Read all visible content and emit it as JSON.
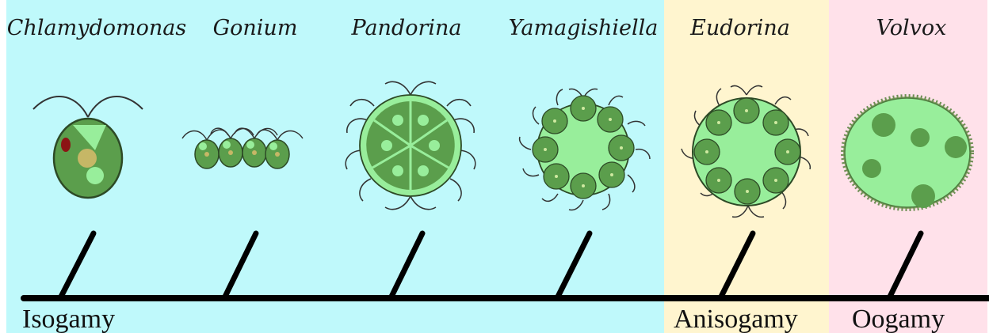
{
  "organisms": [
    {
      "name": "Chlamydomonas"
    },
    {
      "name": "Gonium"
    },
    {
      "name": "Pandorina"
    },
    {
      "name": "Yamagishiella"
    },
    {
      "name": "Eudorina"
    },
    {
      "name": "Volvox"
    }
  ],
  "reproduction_modes": [
    {
      "label": "Isogamy",
      "background": "#bff9fb"
    },
    {
      "label": "Anisogamy",
      "background": "#fff5cf"
    },
    {
      "label": "Oogamy",
      "background": "#ffe1ea"
    }
  ],
  "colors": {
    "cell_dark": "#5b9e4c",
    "cell_light": "#98ee9b",
    "cell_outline": "#2d4a26",
    "eyespot": "#8c1414",
    "pyrenoid": "#c6b766",
    "timeline": "#000000"
  }
}
